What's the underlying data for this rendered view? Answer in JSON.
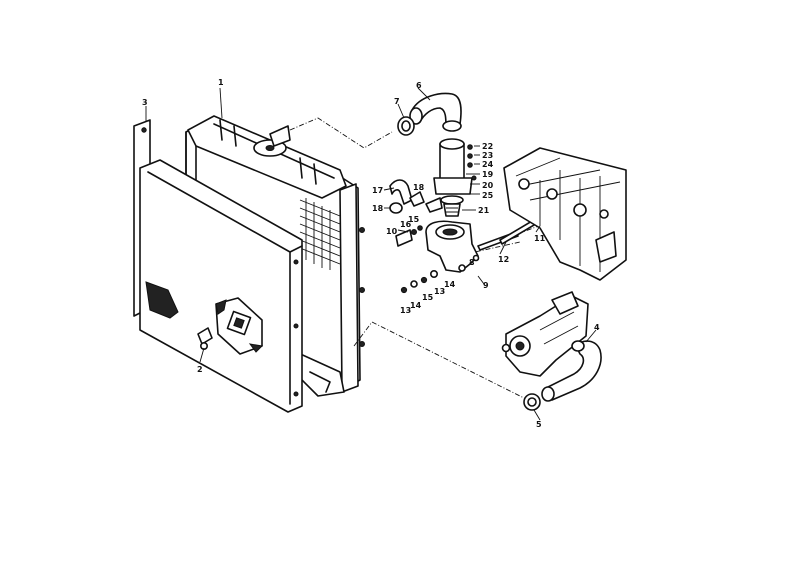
{
  "callouts": [
    {
      "id": "c1",
      "label": "1"
    },
    {
      "id": "c2",
      "label": "2"
    },
    {
      "id": "c3",
      "label": "3"
    },
    {
      "id": "c4",
      "label": "4"
    },
    {
      "id": "c5",
      "label": "5"
    },
    {
      "id": "c6",
      "label": "6"
    },
    {
      "id": "c7",
      "label": "7"
    },
    {
      "id": "c8",
      "label": "8"
    },
    {
      "id": "c9",
      "label": "9"
    },
    {
      "id": "c10",
      "label": "10"
    },
    {
      "id": "c11",
      "label": "11"
    },
    {
      "id": "c12",
      "label": "12"
    },
    {
      "id": "c13a",
      "label": "13"
    },
    {
      "id": "c13b",
      "label": "13"
    },
    {
      "id": "c14a",
      "label": "14"
    },
    {
      "id": "c14b",
      "label": "14"
    },
    {
      "id": "c15a",
      "label": "15"
    },
    {
      "id": "c15b",
      "label": "15"
    },
    {
      "id": "c16",
      "label": "16"
    },
    {
      "id": "c17",
      "label": "17"
    },
    {
      "id": "c18a",
      "label": "18"
    },
    {
      "id": "c18b",
      "label": "18"
    },
    {
      "id": "c19",
      "label": "19"
    },
    {
      "id": "c20",
      "label": "20"
    },
    {
      "id": "c21",
      "label": "21"
    },
    {
      "id": "c22",
      "label": "22"
    },
    {
      "id": "c23",
      "label": "23"
    },
    {
      "id": "c24",
      "label": "24"
    },
    {
      "id": "c25",
      "label": "25"
    }
  ]
}
